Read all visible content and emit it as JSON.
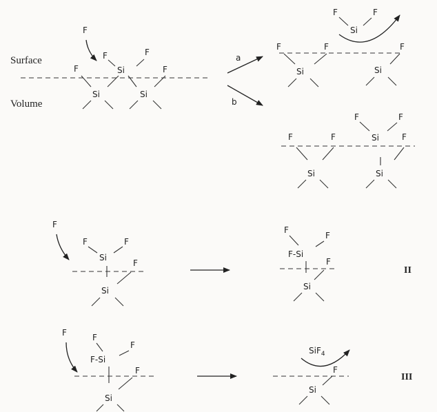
{
  "labels": {
    "surface": "Surface",
    "volume": "Volume",
    "path_a": "a",
    "path_b": "b",
    "roman_2": "II",
    "roman_3": "III",
    "sif4": "SiF",
    "sif4_sub": "4",
    "f": "F",
    "si": "Si",
    "fsi": "F-Si"
  }
}
